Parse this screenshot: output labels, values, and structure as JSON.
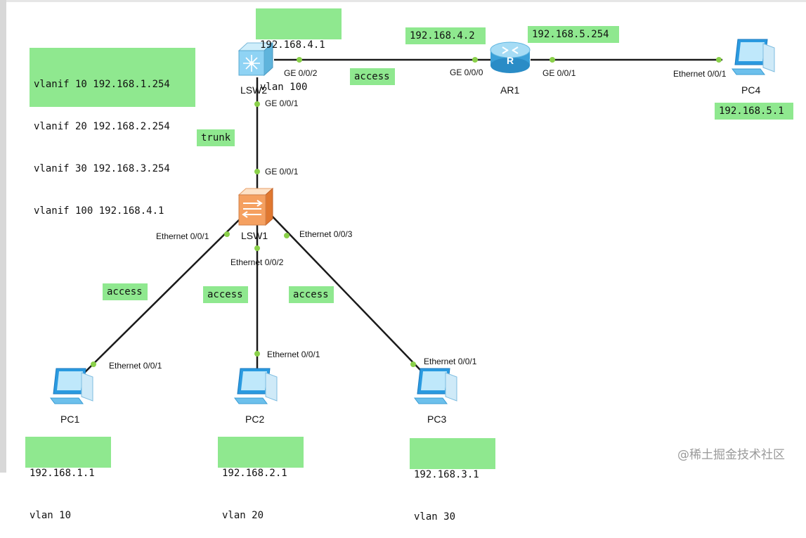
{
  "devices": {
    "lsw2": "LSW2",
    "lsw1": "LSW1",
    "ar1": "AR1",
    "pc1": "PC1",
    "pc2": "PC2",
    "pc3": "PC3",
    "pc4": "PC4"
  },
  "notes": {
    "lsw2_addr": [
      "192.168.4.1",
      "vlan 100"
    ],
    "vlanifs": [
      "vlanif 10 192.168.1.254",
      "vlanif 20 192.168.2.254",
      "vlanif 30 192.168.3.254",
      "vlanif 100 192.168.4.1"
    ],
    "ar1_left": "192.168.4.2",
    "ar1_right": "192.168.5.254",
    "pc4_addr": "192.168.5.1",
    "pc1_addr": [
      "192.168.1.1",
      "vlan 10"
    ],
    "pc2_addr": [
      "192.168.2.1",
      "vlan 20"
    ],
    "pc3_addr": [
      "192.168.3.1",
      "vlan 30"
    ]
  },
  "link_labels": {
    "lsw2_ar1": "access",
    "lsw2_lsw1": "trunk",
    "lsw1_pc1": "access",
    "lsw1_pc2": "access",
    "lsw1_pc3": "access"
  },
  "ports": {
    "lsw2_ge002": "GE 0/0/2",
    "lsw2_ge001": "GE 0/0/1",
    "ar1_ge000": "GE 0/0/0",
    "ar1_ge001": "GE 0/0/1",
    "pc4_eth": "Ethernet 0/0/1",
    "lsw1_ge001": "GE 0/0/1",
    "lsw1_eth001": "Ethernet 0/0/1",
    "lsw1_eth002": "Ethernet 0/0/2",
    "lsw1_eth003": "Ethernet 0/0/3",
    "pc1_eth": "Ethernet 0/0/1",
    "pc2_eth": "Ethernet 0/0/1",
    "pc3_eth": "Ethernet 0/0/1"
  },
  "watermark": "@稀土掘金技术社区",
  "colors": {
    "label_bg": "#8fe88f",
    "link": "#1a1a1a",
    "port_dot": "#8ad04a"
  }
}
